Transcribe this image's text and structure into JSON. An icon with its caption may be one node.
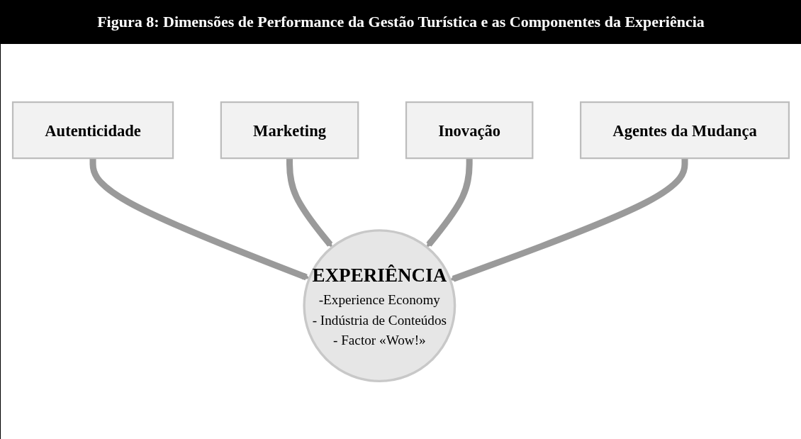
{
  "diagram": {
    "title": "Figura 8: Dimensões de Performance da Gestão Turística e as Componentes da Experiência",
    "nodes": [
      {
        "text": [
          "Autenticidade"
        ]
      },
      {
        "text": [
          "Marketing"
        ]
      },
      {
        "text": [
          "Inovação"
        ]
      },
      {
        "text": [
          "Agentes da Mudança"
        ]
      },
      {
        "text": [
          "EXPERIÊNCIA",
          "-Experience Economy",
          "- Indústria de Conteúdos",
          "- Factor «Wow!»"
        ]
      }
    ],
    "edges": [
      {
        "from": 0,
        "to": 4,
        "arrow": "to"
      },
      {
        "from": 1,
        "to": 4,
        "arrow": "to"
      },
      {
        "from": 2,
        "to": 4,
        "arrow": "to"
      },
      {
        "from": 3,
        "to": 4,
        "arrow": "to"
      }
    ]
  }
}
